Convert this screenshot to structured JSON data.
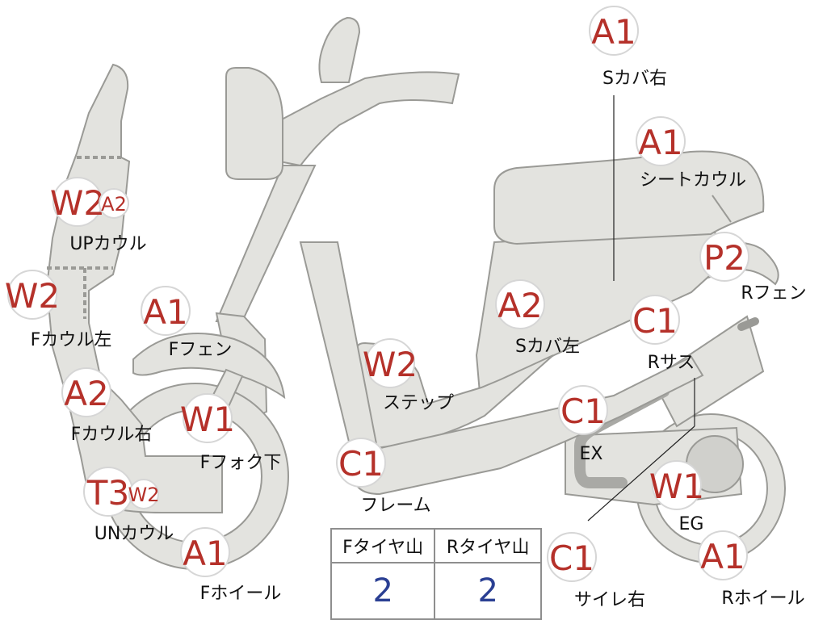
{
  "tire_table": {
    "front_header": "Fタイヤ山",
    "rear_header": "Rタイヤ山",
    "front_value": "2",
    "rear_value": "2"
  },
  "markers": [
    {
      "name": "s-cover-right",
      "grade": "A1",
      "label": "Sカバ右"
    },
    {
      "name": "seat-cowl",
      "grade": "A1",
      "label": "シートカウル"
    },
    {
      "name": "rear-fender",
      "grade": "P2",
      "label": "Rフェン"
    },
    {
      "name": "s-cover-left",
      "grade": "A2",
      "label": "Sカバ左"
    },
    {
      "name": "rear-suspension",
      "grade": "C1",
      "label": "Rサス"
    },
    {
      "name": "exhaust",
      "grade": "C1",
      "label": "EX"
    },
    {
      "name": "engine",
      "grade": "W1",
      "label": "EG"
    },
    {
      "name": "rear-wheel",
      "grade": "A1",
      "label": "Rホイール"
    },
    {
      "name": "muffler-right",
      "grade": "C1",
      "label": "サイレ右"
    },
    {
      "name": "frame",
      "grade": "C1",
      "label": "フレーム"
    },
    {
      "name": "step",
      "grade": "W2",
      "label": "ステップ"
    },
    {
      "name": "front-fender",
      "grade": "A1",
      "label": "Fフェン"
    },
    {
      "name": "front-fork-lower",
      "grade": "W1",
      "label": "Fフォク下"
    },
    {
      "name": "front-wheel",
      "grade": "A1",
      "label": "Fホイール"
    },
    {
      "name": "up-cowl",
      "grade": "W2",
      "grade2": "A2",
      "label": "UPカウル"
    },
    {
      "name": "front-cowl-left",
      "grade": "W2",
      "label": "Fカウル左"
    },
    {
      "name": "front-cowl-right",
      "grade": "A2",
      "label": "Fカウル右"
    },
    {
      "name": "under-cowl",
      "grade": "T3",
      "grade2": "W2",
      "label": "UNカウル"
    }
  ]
}
